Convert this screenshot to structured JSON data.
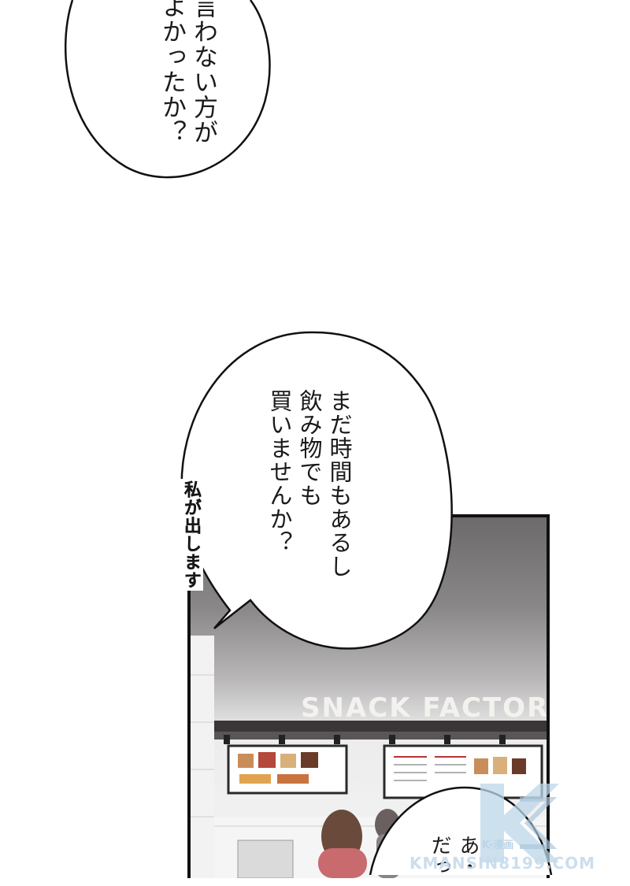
{
  "bubble_top": {
    "line1": "言わない方が",
    "line2": "よかったか？"
  },
  "bubble_middle": {
    "line1": "まだ時間もあるし",
    "line2": "飲み物でも",
    "line3": "買いませんか？"
  },
  "side_note": "私が出します",
  "panel": {
    "sign": "SNACK FACTORY"
  },
  "bubble_bottom": {
    "line1": "あ・",
    "line2": "だっ"
  },
  "watermark": {
    "kanji": "K-漫画",
    "url": "KMANSIN8199.COM"
  },
  "colors": {
    "outline": "#111111",
    "panel_top": "#6d6a6b",
    "sign_text": "#f4f2ee",
    "watermark": "#bcd5e8"
  }
}
